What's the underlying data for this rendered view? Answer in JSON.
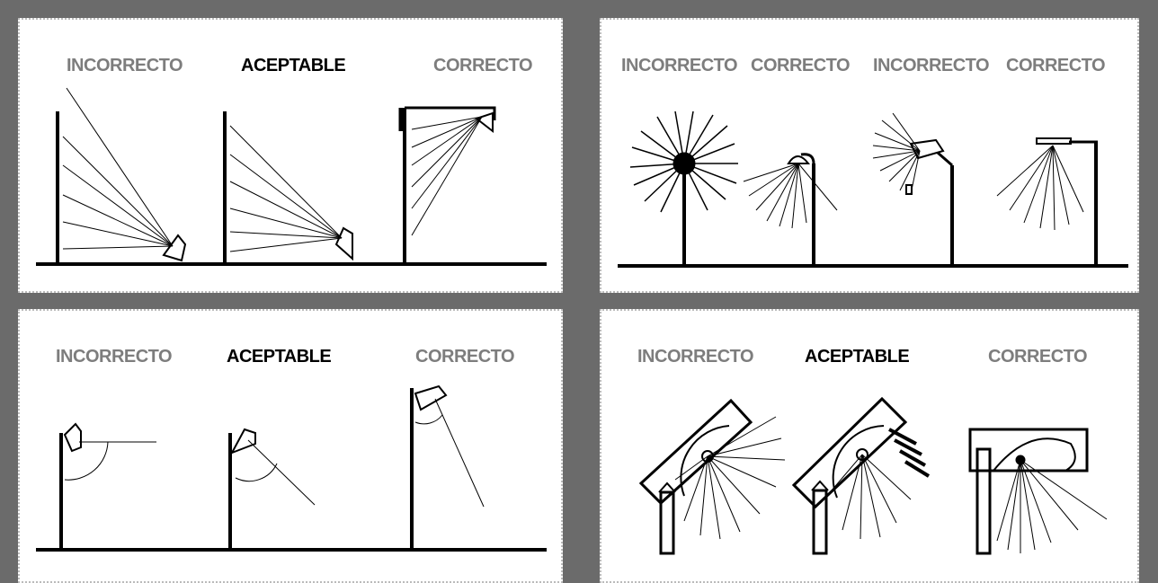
{
  "panels": {
    "top_left": {
      "labels": [
        "INCORRECTO",
        "ACEPTABLE",
        "CORRECTO"
      ]
    },
    "top_right": {
      "labels": [
        "INCORRECTO",
        "CORRECTO",
        "INCORRECTO",
        "CORRECTO"
      ]
    },
    "bottom_left": {
      "labels": [
        "INCORRECTO",
        "ACEPTABLE",
        "CORRECTO"
      ]
    },
    "bottom_right": {
      "labels": [
        "INCORRECTO",
        "ACEPTABLE",
        "CORRECTO"
      ]
    }
  },
  "colors": {
    "background": "#6b6b6b",
    "panel": "#ffffff",
    "incorrect_label": "#7d7d7d",
    "acceptable_label": "#000000",
    "correct_label": "#7d7d7d",
    "ink": "#000000"
  }
}
